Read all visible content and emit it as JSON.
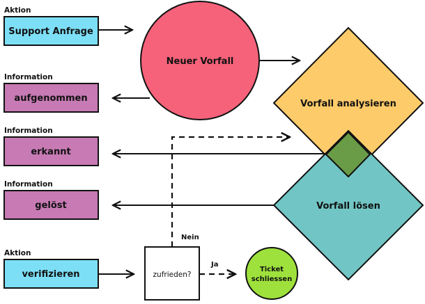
{
  "colors": {
    "action": "#7ddff6",
    "information": "#c77ab4",
    "new_incident": "#f5627a",
    "analyze": "#fecb6a",
    "resolve": "#72c5c5",
    "overlap": "#6a9b47",
    "close": "#9ee13c",
    "stroke": "#111111"
  },
  "left_boxes": [
    {
      "category": "Aktion",
      "label": "Support Anfrage",
      "type": "action"
    },
    {
      "category": "Information",
      "label": "aufgenommen",
      "type": "information"
    },
    {
      "category": "Information",
      "label": "erkannt",
      "type": "information"
    },
    {
      "category": "Information",
      "label": "gelöst",
      "type": "information"
    },
    {
      "category": "Aktion",
      "label": "verifizieren",
      "type": "action"
    }
  ],
  "shapes": {
    "new_incident": "Neuer Vorfall",
    "analyze": "Vorfall analysieren",
    "resolve": "Vorfall lösen",
    "decision": "zufrieden?",
    "close_line1": "Ticket",
    "close_line2": "schliessen"
  },
  "edge_labels": {
    "no": "Nein",
    "yes": "Ja"
  }
}
